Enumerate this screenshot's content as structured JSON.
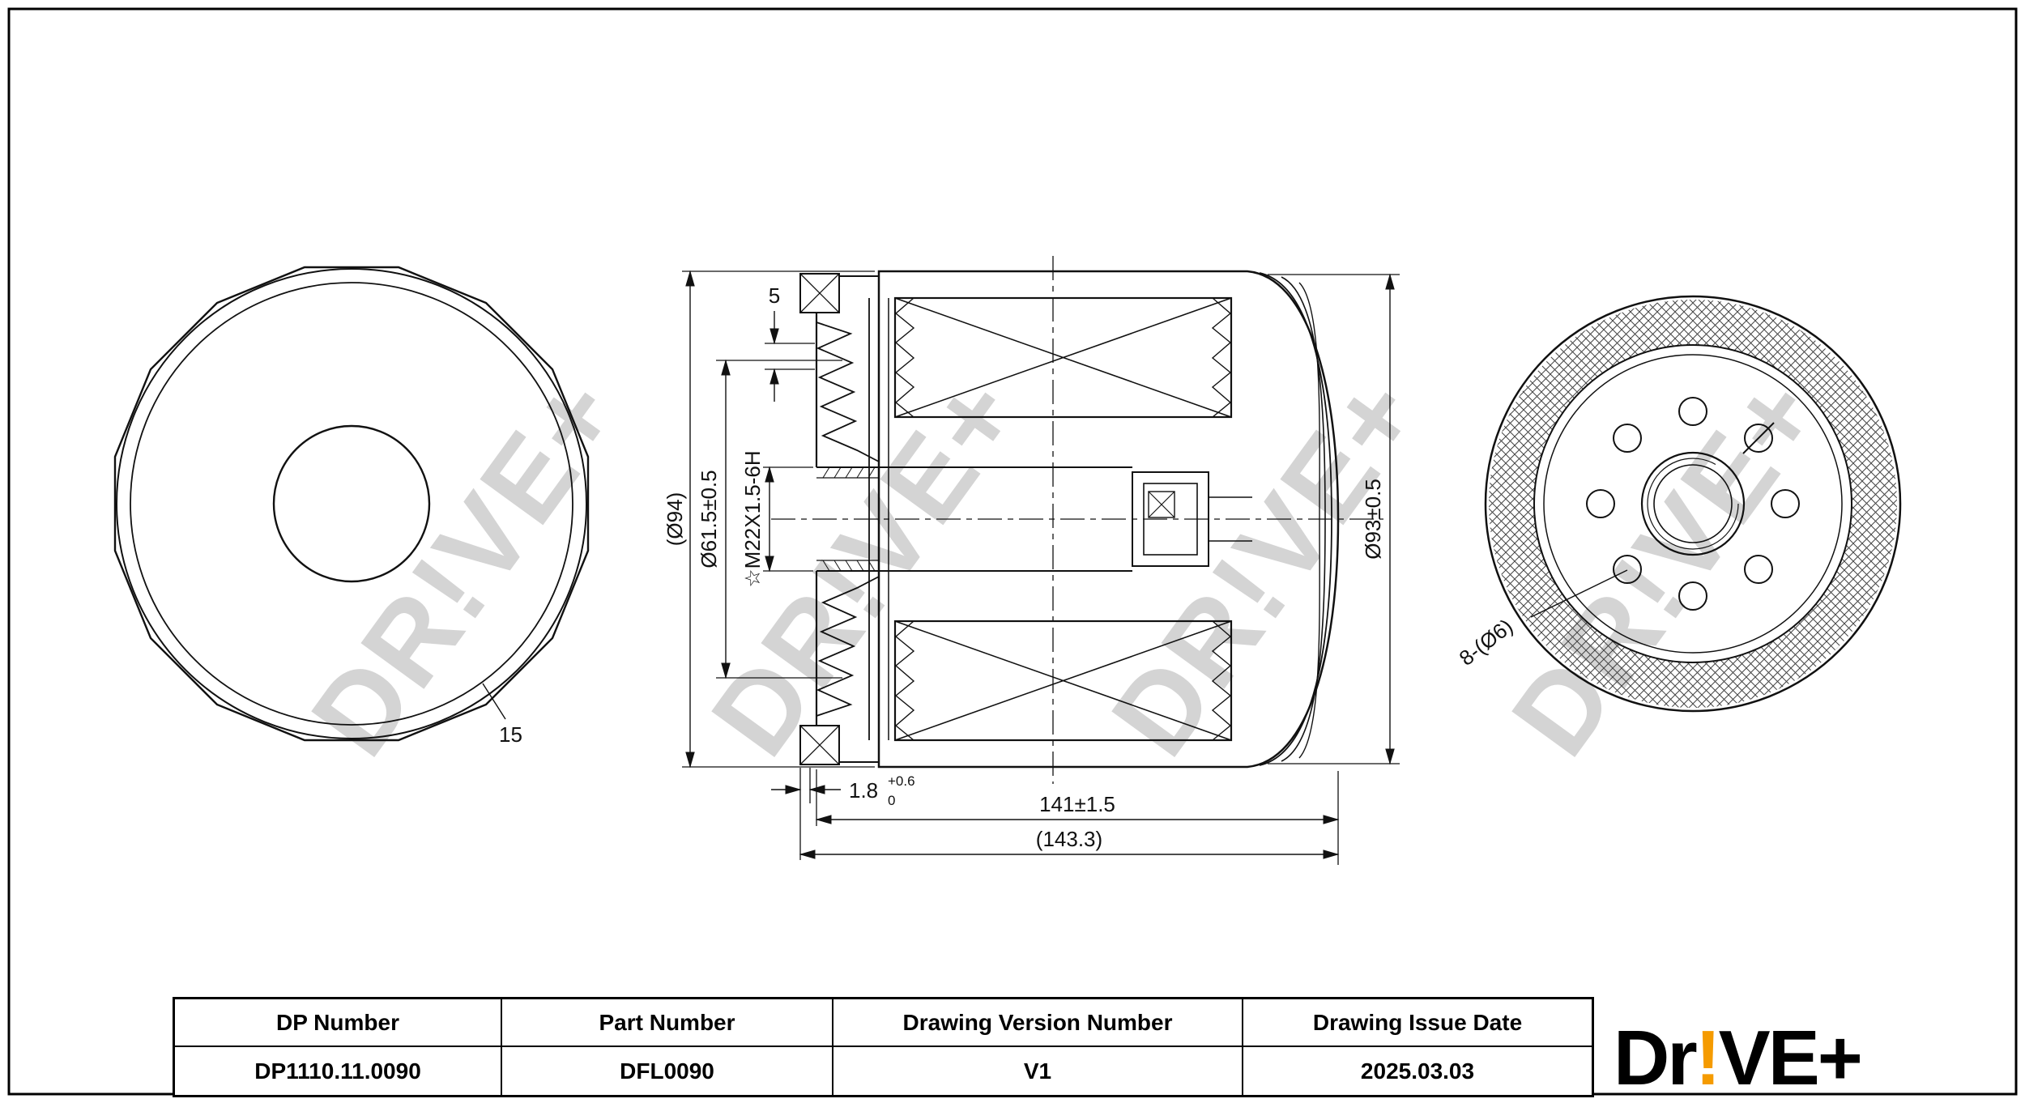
{
  "colors": {
    "line": "#111111",
    "accent_orange": "#f59b00",
    "watermark": "#d4d4d4"
  },
  "watermark_text": "DR!VE+",
  "views": {
    "cap_view": {
      "flats_count_label": "15"
    },
    "section_view": {
      "dim_outer_diameter": "(Ø94)",
      "dim_seam_diameter": "Ø61.5±0.5",
      "thread_mark": "☆",
      "thread_spec": "M22X1.5-6H",
      "dim_lip": "5",
      "dim_gasket_thickness": "1.8",
      "dim_gasket_tol_upper": "+0.6",
      "dim_gasket_tol_lower": "0",
      "dim_length": "141±1.5",
      "dim_overall_length": "(143.3)",
      "dim_body_diameter": "Ø93±0.5"
    },
    "base_view": {
      "dim_holes": "8-(Ø6)"
    }
  },
  "title_block": {
    "columns": [
      {
        "header": "DP Number",
        "value": "DP1110.11.0090"
      },
      {
        "header": "Part Number",
        "value": "DFL0090"
      },
      {
        "header": "Drawing Version Number",
        "value": "V1"
      },
      {
        "header": "Drawing Issue Date",
        "value": "2025.03.03"
      }
    ]
  },
  "logo": {
    "part1": "Dr",
    "bang": "!",
    "part2": "VE+"
  }
}
